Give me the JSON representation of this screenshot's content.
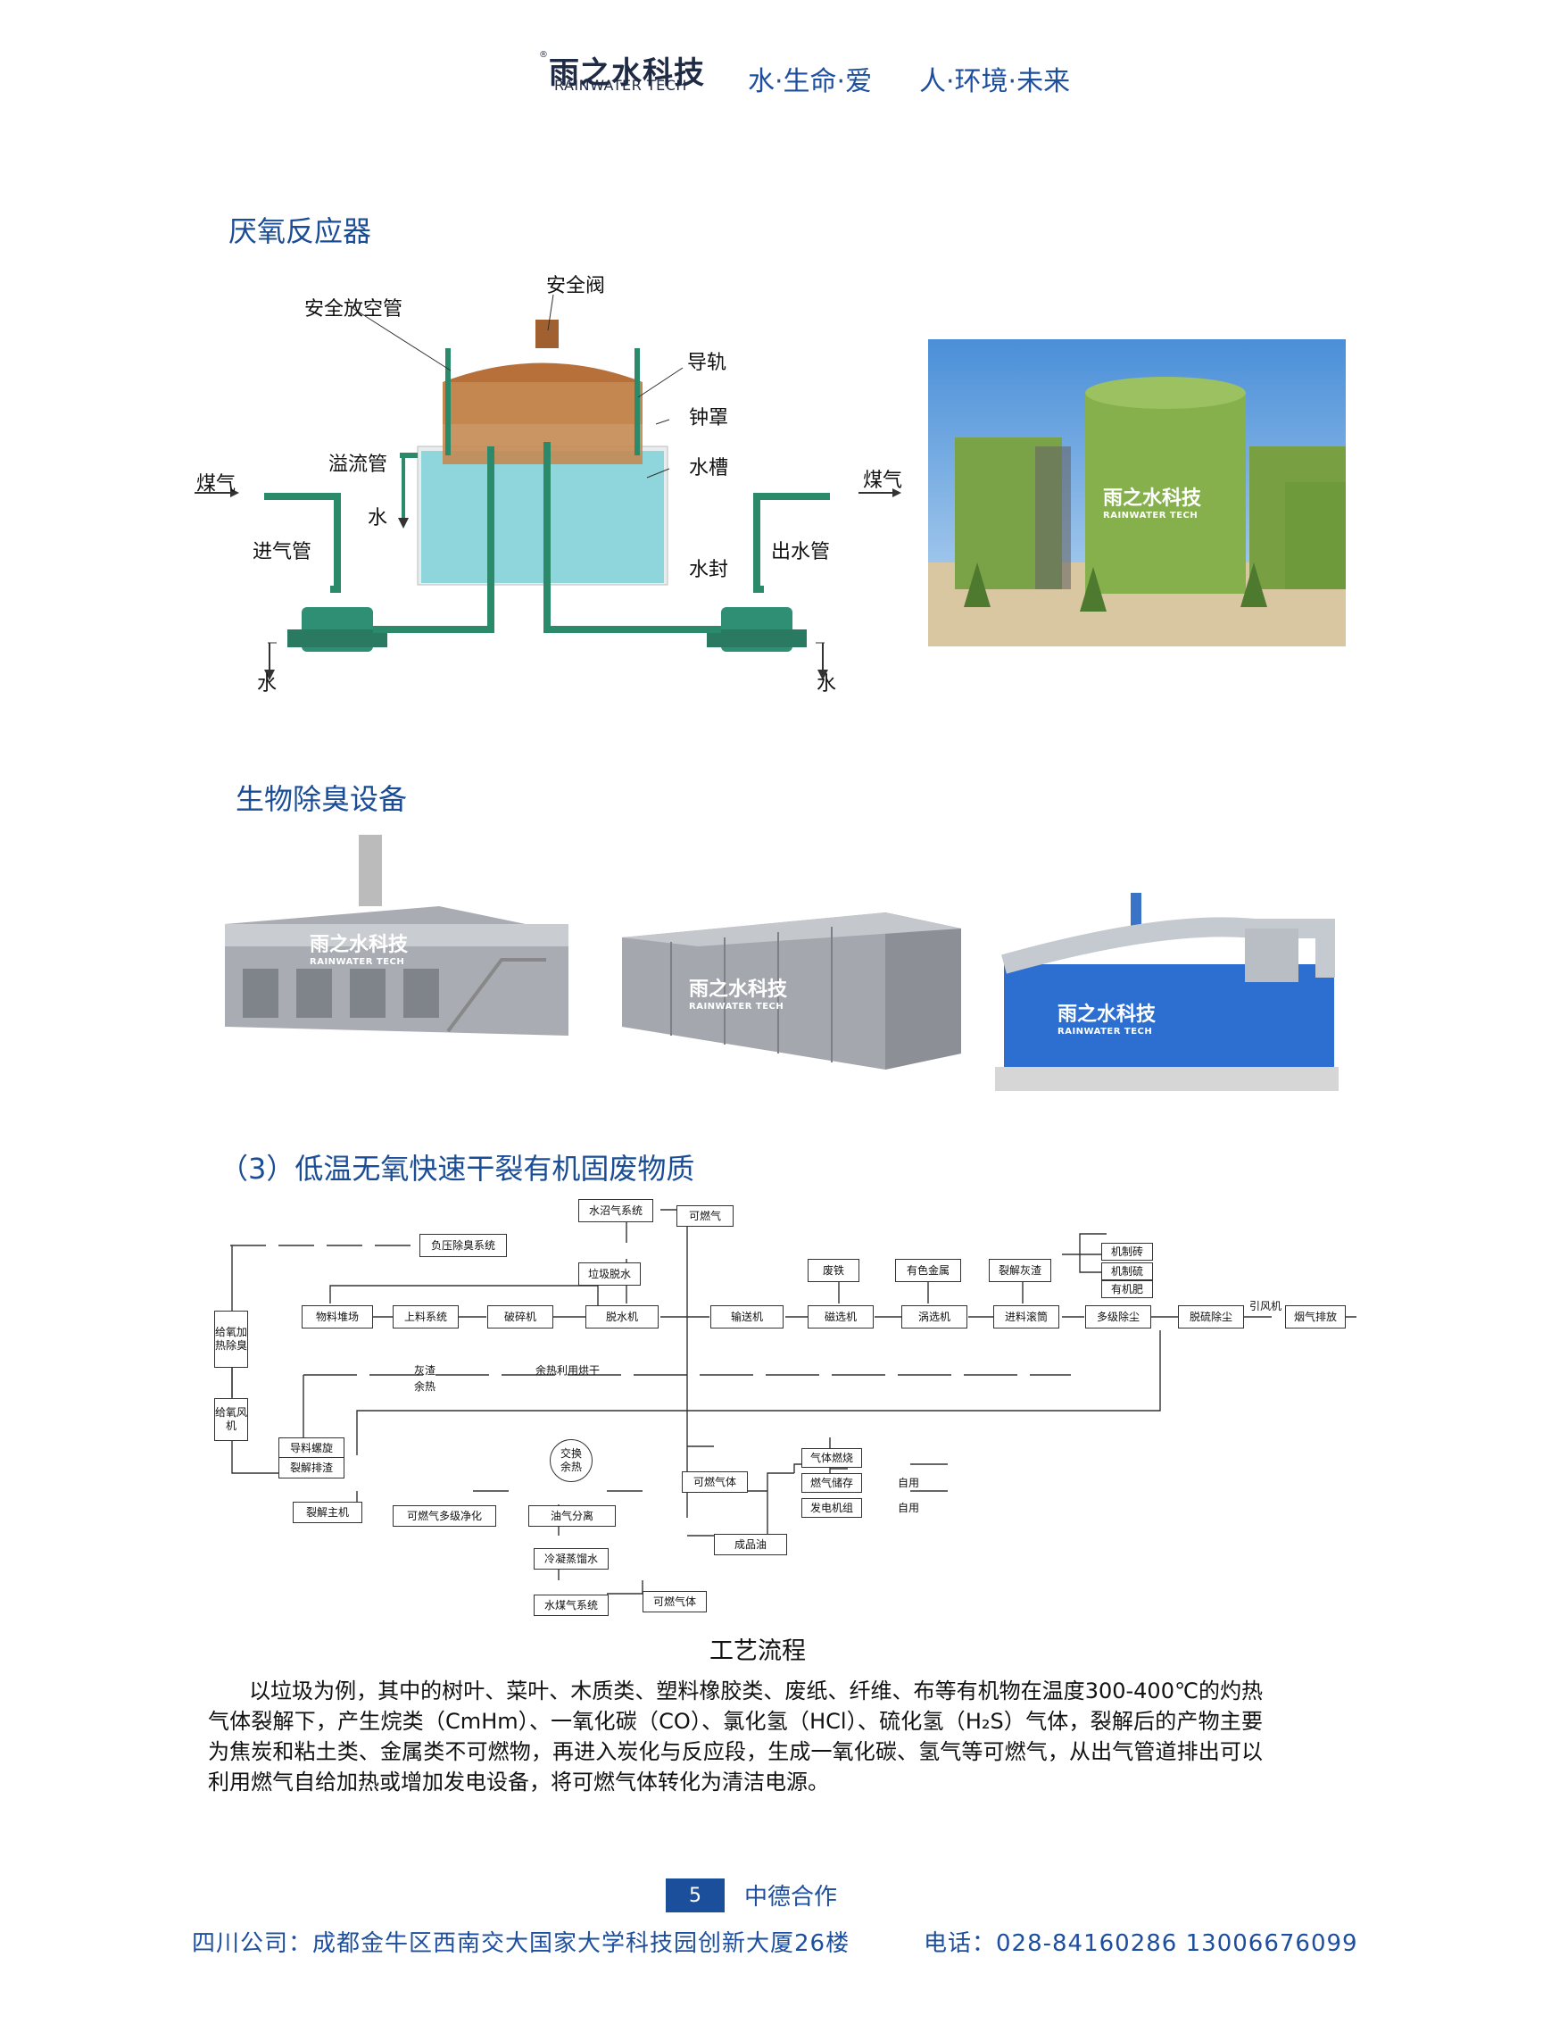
{
  "header": {
    "logo_cn": "雨之水科技",
    "logo_reg": "®",
    "logo_en": "RAINWATER TECH",
    "slogan1": "水·生命·爱",
    "slogan2": "人·环境·未来"
  },
  "section1": {
    "title": "厌氧反应器",
    "labels": {
      "safety_vent": "安全放空管",
      "safety_valve": "安全阀",
      "rail": "导轨",
      "bell": "钟罩",
      "overflow": "溢流管",
      "tank": "水槽",
      "gas_in": "煤气",
      "gas_out": "煤气",
      "water_mid": "水",
      "inlet": "进气管",
      "outlet": "出水管",
      "seal": "水封",
      "water_left": "水",
      "water_right": "水"
    },
    "photo_brand_cn": "雨之水科技",
    "photo_brand_en": "RAINWATER TECH"
  },
  "section2": {
    "title": "生物除臭设备",
    "brand_cn": "雨之水科技",
    "brand_en": "RAINWATER TECH"
  },
  "section3": {
    "title": "（3）低温无氧快速干裂有机固废物质",
    "flow": {
      "biogas_sys": "水沼气系统",
      "combustible_top": "可燃气",
      "neg_pressure": "负压除臭系统",
      "garbage_dewater": "垃圾脱水",
      "scrap_iron": "废铁",
      "nonferrous": "有色金属",
      "crack_ash": "裂解灰渣",
      "brick": "机制砖",
      "sulfur": "机制硫",
      "fertilizer": "有机肥",
      "o2_heat": "给氧加热除臭",
      "stockyard": "物料堆场",
      "feed_sys": "上料系统",
      "crusher": "破碎机",
      "dewater_machine": "脱水机",
      "conveyor": "输送机",
      "magnetic": "磁选机",
      "eddy": "涡选机",
      "feed_drum": "进料滚筒",
      "multi_dust": "多级除尘",
      "desulf": "脱硫除尘",
      "induced_fan": "引风机",
      "flue_exhaust": "烟气排放",
      "ash_residue": "灰渣",
      "waste_heat_small": "余热",
      "waste_heat_dry": "余热利用烘干",
      "o2_fan": "给氧风机",
      "guide_screw": "导料螺旋",
      "crack_slag": "裂解排渣",
      "exchange": "交换",
      "exchange2": "余热",
      "combustible_gas": "可燃气体",
      "gas_burn": "气体燃烧",
      "gas_store": "燃气储存",
      "generator": "发电机组",
      "self_use1": "自用",
      "self_use2": "自用",
      "main_cracker": "裂解主机",
      "gas_purify": "可燃气多级净化",
      "oil_gas_sep": "油气分离",
      "product_oil": "成品油",
      "condense": "冷凝蒸馏水",
      "water_gas_sys": "水煤气系统",
      "combustible_bottom": "可燃气体"
    },
    "caption": "工艺流程",
    "paragraph": "以垃圾为例，其中的树叶、菜叶、木质类、塑料橡胶类、废纸、纤维、布等有机物在温度300-400℃的灼热气体裂解下，产生烷类（CmHm）、一氧化碳（CO）、氯化氢（HCl）、硫化氢（H₂S）气体，裂解后的产物主要为焦炭和粘土类、金属类不可燃物，再进入炭化与反应段，生成一氧化碳、氢气等可燃气，从出气管道排出可以利用燃气自给加热或增加发电设备，将可燃气体转化为清洁电源。"
  },
  "footer": {
    "page": "5",
    "coop": "中德合作",
    "address": "四川公司：成都金牛区西南交大国家大学科技园创新大厦26楼",
    "phone": "电话：028-84160286  13006676099"
  },
  "colors": {
    "brand_blue": "#1d4f9e",
    "tank_green": "#2f9e78",
    "water": "#8fd6dc",
    "bell": "#b8703a"
  }
}
